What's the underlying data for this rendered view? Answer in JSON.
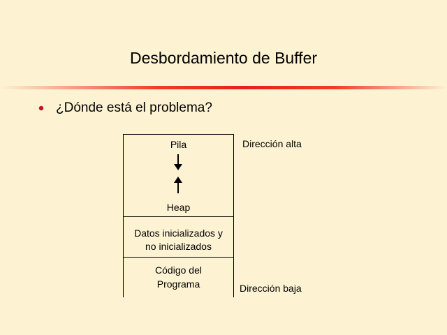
{
  "slide": {
    "title": "Desbordamiento de Buffer",
    "bullet": "¿Dónde está el problema?",
    "diagram": {
      "segments": {
        "stack": "Pila",
        "heap": "Heap",
        "data_line1": "Datos inicializados y",
        "data_line2": "no inicializados",
        "code_line1": "Código del",
        "code_line2": "Programa"
      },
      "high_address": "Dirección alta",
      "low_address": "Dirección baja"
    },
    "accent_color": "#e8201a"
  }
}
